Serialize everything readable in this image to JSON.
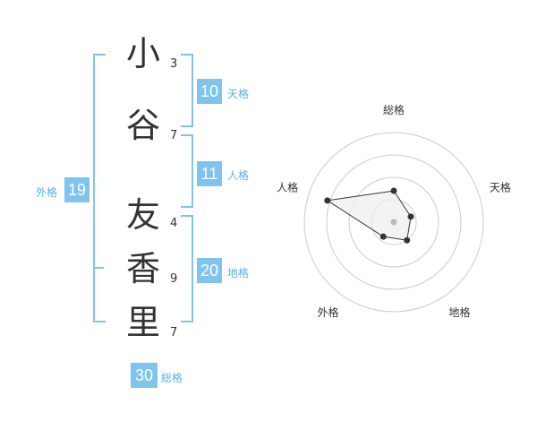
{
  "name_chars": [
    {
      "char": "小",
      "strokes": "3"
    },
    {
      "char": "谷",
      "strokes": "7"
    },
    {
      "char": "友",
      "strokes": "4"
    },
    {
      "char": "香",
      "strokes": "9"
    },
    {
      "char": "里",
      "strokes": "7"
    }
  ],
  "fortunes": {
    "tenkaku": {
      "value": "10",
      "label": "天格"
    },
    "jinkaku": {
      "value": "11",
      "label": "人格"
    },
    "chikaku": {
      "value": "20",
      "label": "地格"
    },
    "gaikaku": {
      "value": "19",
      "label": "外格"
    },
    "soukaku": {
      "value": "30",
      "label": "総格"
    }
  },
  "chart_data": {
    "type": "radar",
    "axes": [
      "総格",
      "天格",
      "地格",
      "外格",
      "人格"
    ],
    "values": [
      0.35,
      0.2,
      0.25,
      0.2,
      0.78
    ],
    "max": 1,
    "rings": 4,
    "colors": {
      "ring": "#cccccc",
      "fill": "#eeeeee",
      "line": "#333333",
      "center": "#bbbbbb"
    }
  },
  "colors": {
    "accent": "#7fc4ef"
  }
}
